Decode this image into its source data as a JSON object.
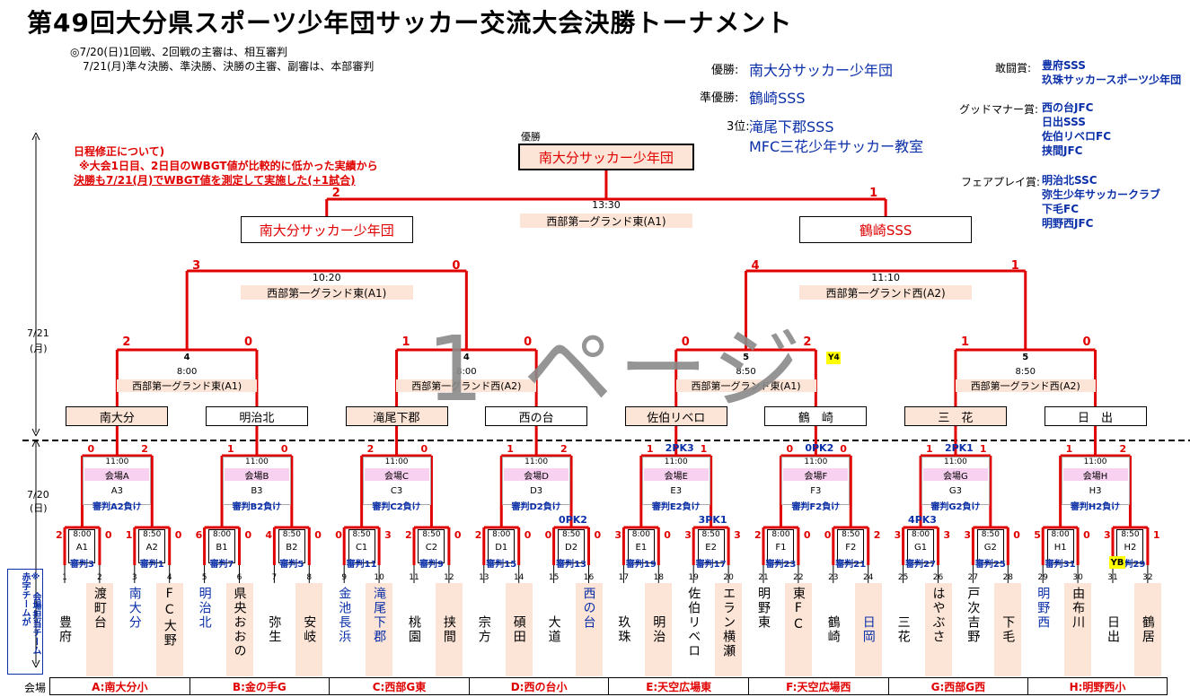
{
  "title": "第49回大分県スポーツ少年団サッカー交流大会決勝トーナメント",
  "notes": [
    "◎7/20(日)1回戦、2回戦の主審は、相互審判",
    "7/21(月)準々決勝、準決勝、決勝の主審、副審は、本部審判"
  ],
  "schedule_note": [
    "日程修正について)",
    "※大会1日目、2日目のWBGT値が比較的に低かった実績から",
    "決勝も7/21(月)でWBGT値を測定して実施した(+1試合)"
  ],
  "watermark": "1 ページ",
  "awards": {
    "champion_label": "優勝:",
    "champion": "南大分サッカー少年団",
    "runnerup_label": "準優勝:",
    "runnerup": "鶴崎SSS",
    "third_label": "3位:",
    "third": [
      "滝尾下郡SSS",
      "MFC三花少年サッカー教室"
    ],
    "fighting_label": "敢闘賞:",
    "fighting": [
      "豊府SSS",
      "玖珠サッカースポーツ少年団"
    ],
    "goodmanner_label": "グッドマナー賞:",
    "goodmanner": [
      "西の台JFC",
      "日出SSS",
      "佐伯リベロFC",
      "挟間JFC"
    ],
    "fairplay_label": "フェアプレイ賞:",
    "fairplay": [
      "明治北SSC",
      "弥生少年サッカークラブ",
      "下毛FC",
      "明野西JFC"
    ]
  },
  "side": {
    "day2": "7/21\n(月)",
    "day1": "7/20\n(日)",
    "legend": "※ 会場担当チーム 赤字チームが",
    "venue_label": "会場"
  },
  "final": {
    "label": "優勝",
    "winner": "南大分サッカー少年団",
    "time": "13:30",
    "field": "西部第一グランド東(A1)",
    "score_l": "2",
    "score_r": "1"
  },
  "semis": [
    {
      "team": "南大分サッカー少年団",
      "time": "10:20",
      "field": "西部第一グランド東(A1)",
      "score_l": "3",
      "score_r": "0"
    },
    {
      "team": "鶴崎SSS",
      "time": "11:10",
      "field": "西部第一グランド西(A2)",
      "score_l": "4",
      "score_r": "1"
    }
  ],
  "qf": [
    {
      "no": "4",
      "time": "8:00",
      "field": "西部第一グランド東(A1)",
      "score_l": "2",
      "score_r": "0"
    },
    {
      "no": "4",
      "time": "8:00",
      "field": "西部第一グランド西(A2)",
      "score_l": "1",
      "score_r": "0"
    },
    {
      "no": "5",
      "time": "8:50",
      "field": "西部第一グランド東(A1)",
      "score_l": "0",
      "score_r": "2",
      "tag": "Y4"
    },
    {
      "no": "5",
      "time": "8:50",
      "field": "西部第一グランド西(A2)",
      "score_l": "1",
      "score_r": "0"
    }
  ],
  "r16_teams": [
    "南大分",
    "明治北",
    "滝尾下郡",
    "西の台",
    "佐伯リベロ",
    "鶴　崎",
    "三　花",
    "日　出"
  ],
  "r16": [
    {
      "time": "11:00",
      "venue": "会場A",
      "code": "A3",
      "ref": "審判A2負け",
      "score_l": "0",
      "score_r": "2",
      "pk": ""
    },
    {
      "time": "11:00",
      "venue": "会場B",
      "code": "B3",
      "ref": "審判B2負け",
      "score_l": "1",
      "score_r": "0",
      "pk": ""
    },
    {
      "time": "11:00",
      "venue": "会場C",
      "code": "C3",
      "ref": "審判C2負け",
      "score_l": "2",
      "score_r": "0",
      "pk": ""
    },
    {
      "time": "11:00",
      "venue": "会場D",
      "code": "D3",
      "ref": "審判D2負け",
      "score_l": "1",
      "score_r": "2",
      "pk": ""
    },
    {
      "time": "11:00",
      "venue": "会場E",
      "code": "E3",
      "ref": "審判E2負け",
      "score_l": "1",
      "score_r": "1",
      "pk": "2PK3"
    },
    {
      "time": "11:00",
      "venue": "会場F",
      "code": "F3",
      "ref": "審判F2負け",
      "score_l": "0",
      "score_r": "0",
      "pk": "0PK2"
    },
    {
      "time": "11:00",
      "venue": "会場G",
      "code": "G3",
      "ref": "審判G2負け",
      "score_l": "1",
      "score_r": "1",
      "pk": "2PK1"
    },
    {
      "time": "11:00",
      "venue": "会場H",
      "code": "H3",
      "ref": "審判H2負け",
      "score_l": "1",
      "score_r": "2",
      "pk": ""
    }
  ],
  "r32": [
    {
      "time": "8:00",
      "code": "A1",
      "ref": "審判3",
      "score_l": "2",
      "score_r": "0",
      "pk": ""
    },
    {
      "time": "8:50",
      "code": "A2",
      "ref": "審判1",
      "score_l": "1",
      "score_r": "0",
      "pk": ""
    },
    {
      "time": "8:00",
      "code": "B1",
      "ref": "審判7",
      "score_l": "6",
      "score_r": "0",
      "pk": ""
    },
    {
      "time": "8:50",
      "code": "B2",
      "ref": "審判5",
      "score_l": "4",
      "score_r": "0",
      "pk": ""
    },
    {
      "time": "8:50",
      "code": "C1",
      "ref": "審判11",
      "score_l": "0",
      "score_r": "3",
      "pk": ""
    },
    {
      "time": "8:50",
      "code": "C2",
      "ref": "審判9",
      "score_l": "2",
      "score_r": "0",
      "pk": ""
    },
    {
      "time": "8:00",
      "code": "D1",
      "ref": "審判15",
      "score_l": "2",
      "score_r": "0",
      "pk": ""
    },
    {
      "time": "8:50",
      "code": "D2",
      "ref": "審判13",
      "score_l": "0",
      "score_r": "0",
      "pk": "0PK2"
    },
    {
      "time": "8:00",
      "code": "E1",
      "ref": "審判19",
      "score_l": "3",
      "score_r": "0",
      "pk": ""
    },
    {
      "time": "8:50",
      "code": "E2",
      "ref": "審判17",
      "score_l": "3",
      "score_r": "3",
      "pk": "3PK1"
    },
    {
      "time": "8:00",
      "code": "F1",
      "ref": "審判23",
      "score_l": "2",
      "score_r": "0",
      "pk": ""
    },
    {
      "time": "8:50",
      "code": "F2",
      "ref": "審判21",
      "score_l": "0",
      "score_r": "2",
      "pk": ""
    },
    {
      "time": "8:00",
      "code": "G1",
      "ref": "審判27",
      "score_l": "3",
      "score_r": "3",
      "pk": "4PK3"
    },
    {
      "time": "8:50",
      "code": "G2",
      "ref": "審判25",
      "score_l": "3",
      "score_r": "0",
      "pk": ""
    },
    {
      "time": "8:00",
      "code": "H1",
      "ref": "審判31",
      "score_l": "5",
      "score_r": "0",
      "pk": ""
    },
    {
      "time": "8:50",
      "code": "H2",
      "ref": "審判29",
      "score_l": "3",
      "score_r": "1",
      "pk": "",
      "tag": "YB"
    }
  ],
  "teams": [
    {
      "n": "1",
      "name": "豊府",
      "host": false
    },
    {
      "n": "2",
      "name": "渡町台",
      "host": false
    },
    {
      "n": "3",
      "name": "南大分",
      "host": true
    },
    {
      "n": "4",
      "name": "FC大野",
      "host": false
    },
    {
      "n": "5",
      "name": "明治北",
      "host": true
    },
    {
      "n": "6",
      "name": "県央おおの",
      "host": false
    },
    {
      "n": "7",
      "name": "弥生",
      "host": false
    },
    {
      "n": "8",
      "name": "安岐",
      "host": false
    },
    {
      "n": "9",
      "name": "金池長浜",
      "host": true
    },
    {
      "n": "10",
      "name": "滝尾下郡",
      "host": true
    },
    {
      "n": "11",
      "name": "桃園",
      "host": false
    },
    {
      "n": "12",
      "name": "挟間",
      "host": false
    },
    {
      "n": "13",
      "name": "宗方",
      "host": false
    },
    {
      "n": "14",
      "name": "碩田",
      "host": false
    },
    {
      "n": "15",
      "name": "大道",
      "host": false
    },
    {
      "n": "16",
      "name": "西の台",
      "host": true
    },
    {
      "n": "17",
      "name": "玖珠",
      "host": false
    },
    {
      "n": "18",
      "name": "明治",
      "host": false
    },
    {
      "n": "19",
      "name": "佐伯リベロ",
      "host": false
    },
    {
      "n": "20",
      "name": "エラン横瀬",
      "host": false
    },
    {
      "n": "21",
      "name": "明野東",
      "host": false
    },
    {
      "n": "22",
      "name": "東FC",
      "host": false
    },
    {
      "n": "23",
      "name": "鶴崎",
      "host": false
    },
    {
      "n": "24",
      "name": "日岡",
      "host": true
    },
    {
      "n": "25",
      "name": "三花",
      "host": false
    },
    {
      "n": "26",
      "name": "はやぶさ",
      "host": false
    },
    {
      "n": "27",
      "name": "戸次吉野",
      "host": false
    },
    {
      "n": "28",
      "name": "下毛",
      "host": false
    },
    {
      "n": "29",
      "name": "明野西",
      "host": true
    },
    {
      "n": "30",
      "name": "由布川",
      "host": false
    },
    {
      "n": "31",
      "name": "日出",
      "host": false
    },
    {
      "n": "32",
      "name": "鶴居",
      "host": false
    }
  ],
  "venues": [
    "A:南大分小",
    "B:金の手G",
    "C:西部G東",
    "D:西の台小",
    "E:天空広場東",
    "F:天空広場西",
    "G:西部G西",
    "H:明野西小"
  ],
  "colors": {
    "line": "#e00000",
    "fill": "#fce4d6",
    "pink": "#f8d0f0",
    "blue": "#0a2fa8",
    "yellow": "#ffff00"
  }
}
